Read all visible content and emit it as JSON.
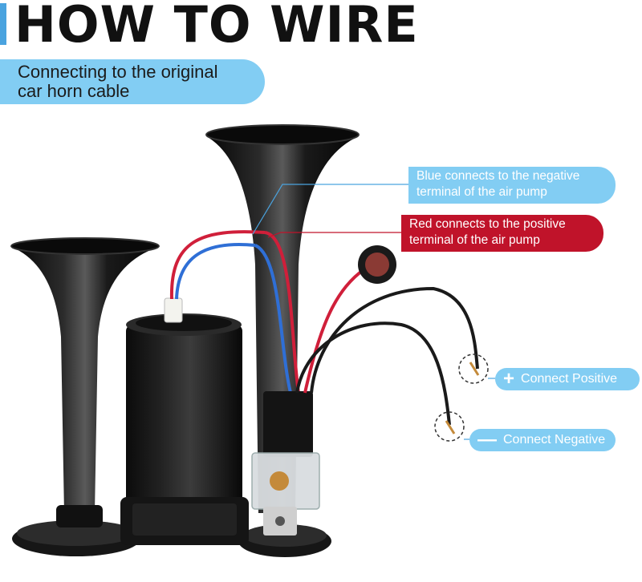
{
  "header": {
    "title": "HOW TO WIRE",
    "subtitle_line1": "Connecting to the original",
    "subtitle_line2": "car horn cable"
  },
  "callouts": {
    "blue_line1": "Blue connects to the negative",
    "blue_line2": "terminal of the air pump",
    "red_line1": "Red connects to the positive",
    "red_line2": "terminal of the air pump"
  },
  "connectors": {
    "positive_symbol": "+",
    "positive_label": "Connect Positive",
    "negative_symbol": "—",
    "negative_label": "Connect Negative"
  },
  "colors": {
    "accent_blue": "#82cdf3",
    "accent_red": "#c0132a",
    "title_bar": "#4aa3df"
  }
}
